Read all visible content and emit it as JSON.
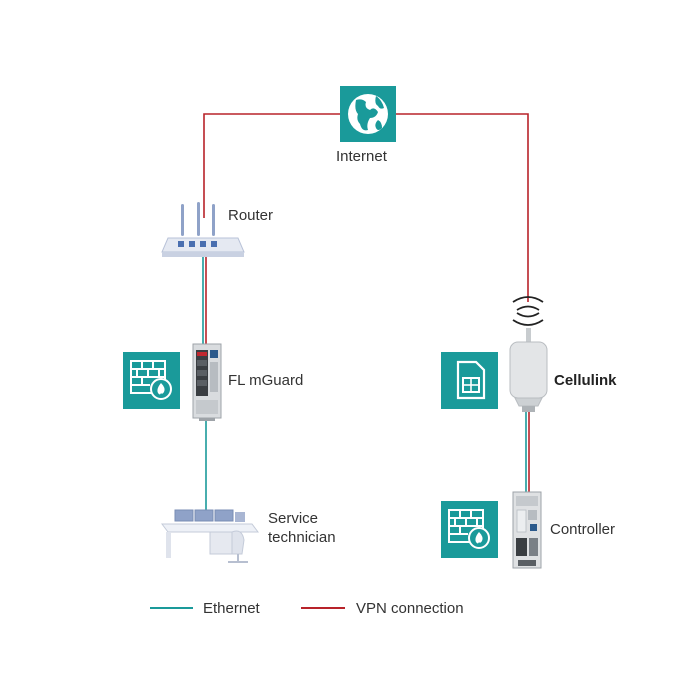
{
  "colors": {
    "vpn": "#b8232a",
    "ethernet": "#1a9a9a",
    "tile": "#1a9a9a",
    "device_gray": "#d9dcdf"
  },
  "nodes": {
    "internet": {
      "label": "Internet",
      "icon": "globe-icon"
    },
    "router": {
      "label": "Router",
      "icon": "router-icon"
    },
    "mguard": {
      "label": "FL mGuard",
      "icon": "firewall-icon"
    },
    "service": {
      "label_line1": "Service",
      "label_line2": "technician",
      "icon": "workstation-icon"
    },
    "cellulink": {
      "label": "Cellulink",
      "icon": "sim-card-icon"
    },
    "controller": {
      "label": "Controller",
      "icon": "firewall-icon"
    }
  },
  "legend": {
    "ethernet": "Ethernet",
    "vpn": "VPN connection"
  }
}
